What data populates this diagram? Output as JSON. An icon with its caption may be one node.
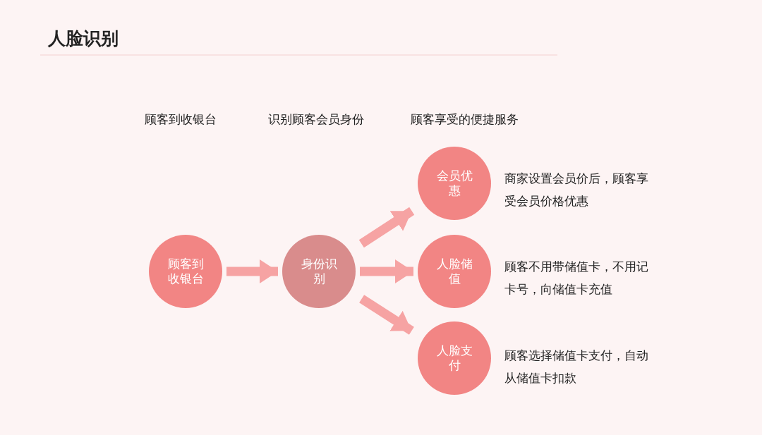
{
  "diagram": {
    "title": "人脸识别",
    "nodes": [
      {
        "text": [
          "顾客到收银台"
        ]
      },
      {
        "text": [
          "身份识别"
        ]
      },
      {
        "text": [
          "会员优惠"
        ],
        "beside": [
          "商家设置会员价后，顾客享受会员价格优惠"
        ]
      },
      {
        "text": [
          "人脸储值"
        ],
        "beside": [
          "顾客不用带储值卡，不用记卡号，向储值卡充值"
        ]
      },
      {
        "text": [
          "人脸支付"
        ],
        "beside": [
          "顾客选择储值卡支付，自动从储值卡扣款"
        ]
      }
    ],
    "edges": [
      {
        "from": 0,
        "to": 1,
        "arrow": "to"
      },
      {
        "from": 1,
        "to": 2,
        "arrow": "to"
      },
      {
        "from": 1,
        "to": 3,
        "arrow": "to"
      },
      {
        "from": 1,
        "to": 4,
        "arrow": "to"
      }
    ],
    "labels": [
      "顾客到收银台",
      "识别顾客会员身份",
      "顾客享受的便捷服务"
    ]
  }
}
